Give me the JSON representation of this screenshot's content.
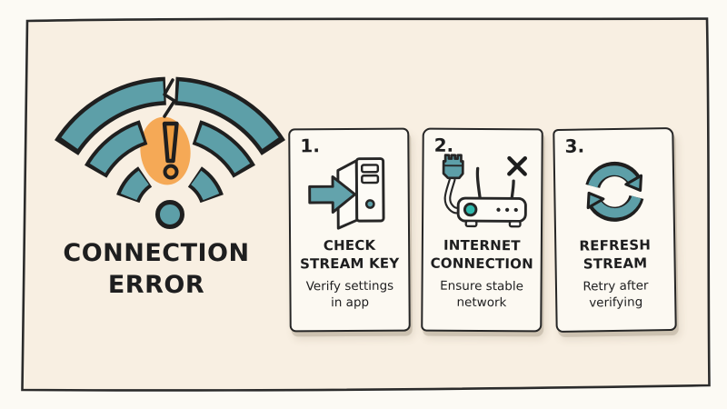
{
  "poster": {
    "heading": {
      "line1": "CONNECTION",
      "line2": "ERROR"
    },
    "hero_icon": "broken-wifi-exclamation-icon"
  },
  "steps": [
    {
      "number": "1.",
      "icon": "server-with-arrow-icon",
      "title": {
        "line1": "CHECK",
        "line2": "STREAM KEY"
      },
      "subtitle": {
        "line1": "Verify settings",
        "line2": "in app"
      }
    },
    {
      "number": "2.",
      "icon": "router-cable-x-icon",
      "title": {
        "line1": "INTERNET",
        "line2": "CONNECTION"
      },
      "subtitle": {
        "line1": "Ensure stable",
        "line2": "network"
      }
    },
    {
      "number": "3.",
      "icon": "refresh-arrows-icon",
      "title": {
        "line1": "REFRESH",
        "line2": "STREAM"
      },
      "subtitle": {
        "line1": "Retry after",
        "line2": "verifying"
      }
    }
  ],
  "colors": {
    "teal": "#5d9fa8",
    "teal_bright_led": "#2fb9ad",
    "orange_blob": "#f5a956",
    "orange_mark": "#ec9b3e",
    "ink": "#262626",
    "frame_bg": "#f8efe2",
    "outer_bg": "#fcfaf4",
    "card_bg": "#fcf9f2"
  }
}
